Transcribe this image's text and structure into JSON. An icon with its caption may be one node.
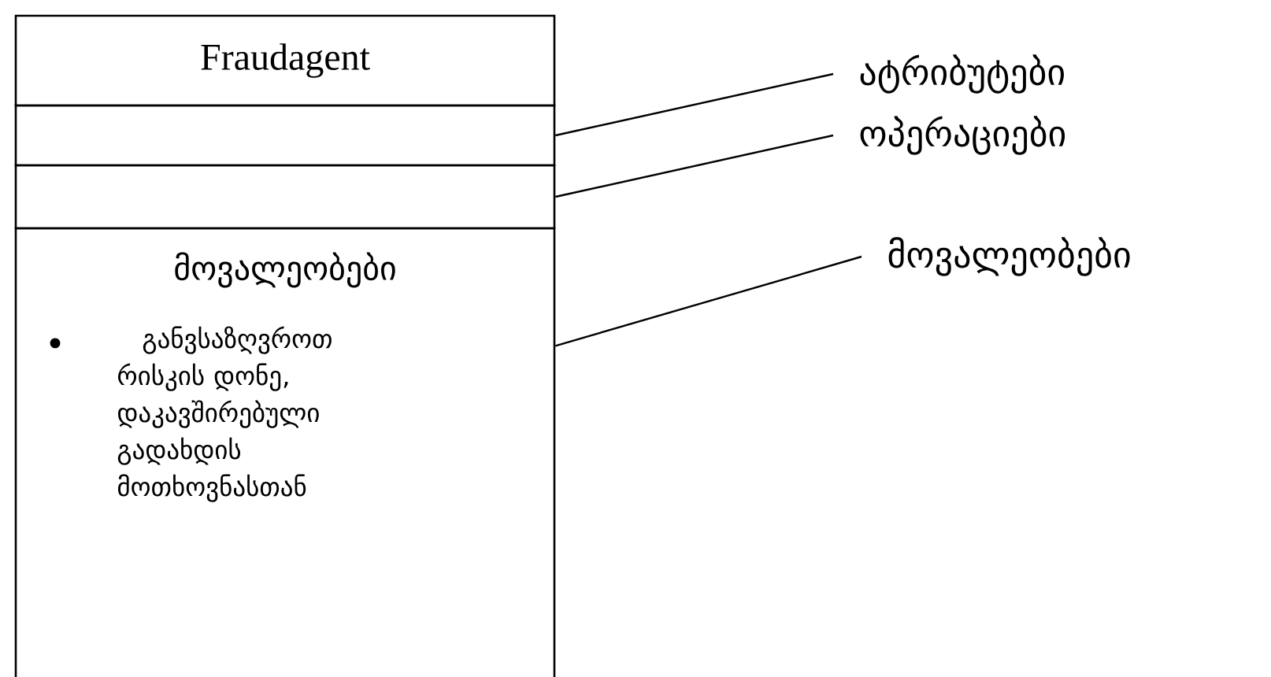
{
  "diagram": {
    "nodes": [
      {
        "text": [
          "Fraudagent"
        ]
      },
      {
        "text": [],
        "shape": "box"
      },
      {
        "text": [],
        "shape": "box"
      },
      {
        "text": [
          "მოვალეობები",
          "განვსაზღვროთ რისკის დონე, დაკავშირებული გადახდის მოთხოვნასთან"
        ]
      },
      {
        "text": [
          "ატრიბუტები"
        ]
      },
      {
        "text": [
          "ოპერაციები"
        ]
      },
      {
        "text": [
          "მოვალეობები"
        ]
      }
    ],
    "edges": [
      {
        "from": 4,
        "to": 1,
        "arrow": "none"
      },
      {
        "from": 5,
        "to": 2,
        "arrow": "none"
      },
      {
        "from": 6,
        "to": 3,
        "arrow": "none"
      }
    ]
  }
}
